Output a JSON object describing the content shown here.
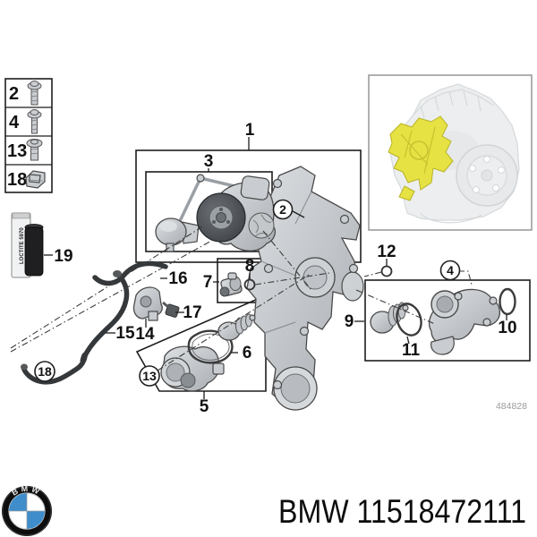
{
  "footer": {
    "logo_text": "BMW",
    "part_label": "BMW 11518472111"
  },
  "watermark": "484828",
  "sealant_tube": {
    "label_text": "LOCTITE 5970"
  },
  "legend": {
    "items": [
      {
        "number": "2",
        "icon": "flange-bolt-icon"
      },
      {
        "number": "4",
        "icon": "long-bolt-icon"
      },
      {
        "number": "13",
        "icon": "washer-screw-icon"
      },
      {
        "number": "18",
        "icon": "sheet-metal-clip-icon"
      }
    ]
  },
  "callouts": {
    "c1": "1",
    "c2": "2",
    "c3": "3",
    "c4": "4",
    "c5": "5",
    "c6": "6",
    "c7": "7",
    "c8": "8",
    "c9": "9",
    "c10": "10",
    "c11": "11",
    "c12": "12",
    "c13": "13",
    "c14": "14",
    "c15": "15",
    "c16": "16",
    "c17": "17",
    "c18": "18",
    "c19": "19"
  },
  "colors": {
    "highlight_yellow": "#e7e243",
    "bmw_blue": "#3f8dca",
    "line_black": "#1e1e1e",
    "part_gray": "#c9cdd1",
    "watermark_gray": "#9a9a9a"
  }
}
